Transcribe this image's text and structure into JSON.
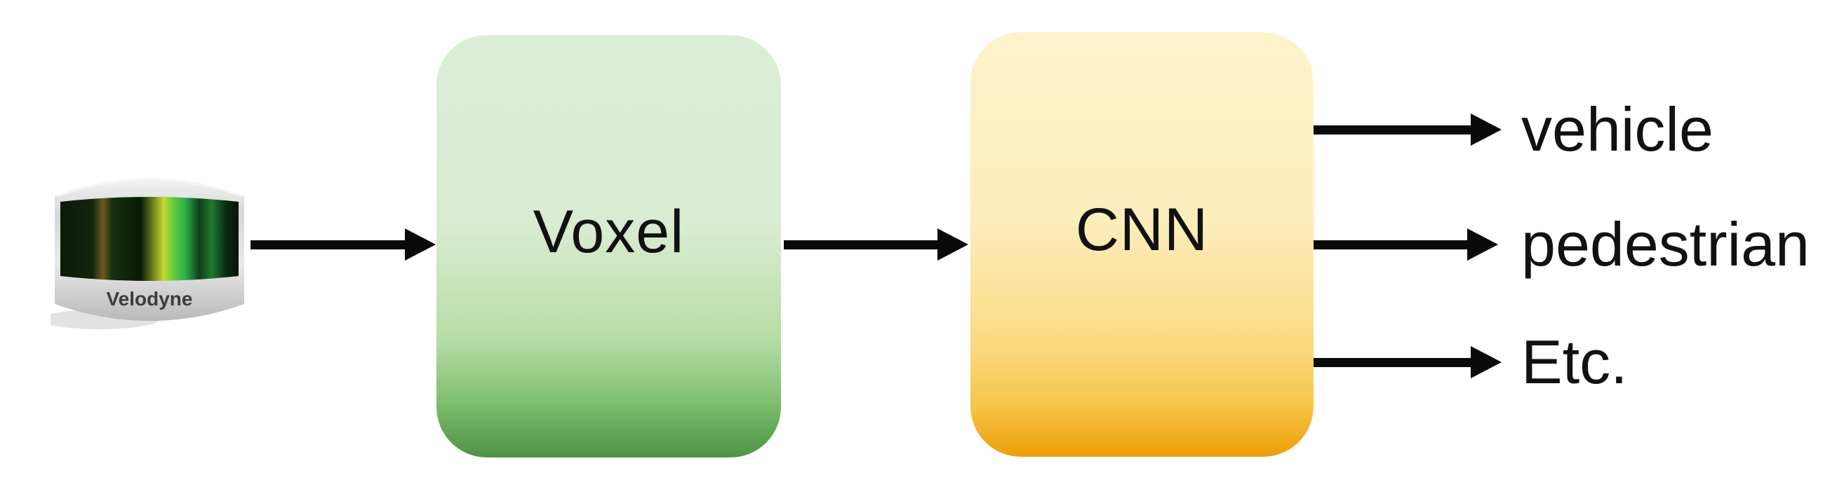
{
  "diagram_title": "lidar-voxel-cnn-pipeline",
  "sensor": {
    "brand": "Velodyne",
    "type_name": "lidar-sensor"
  },
  "nodes": [
    {
      "id": "voxel",
      "label": "Voxel"
    },
    {
      "id": "cnn",
      "label": "CNN"
    }
  ],
  "outputs": [
    {
      "label": "vehicle"
    },
    {
      "label": "pedestrian"
    },
    {
      "label": "Etc."
    }
  ],
  "colors": {
    "css_vars": {
      "voxel-top": "#dcedd6",
      "voxel-m1": "#d9ecd2",
      "voxel-m2": "#b7dca6",
      "voxel-m3": "#7fbf6e",
      "voxel-bottom": "#4e9345",
      "cnn-top": "#fdf2cb",
      "cnn-m1": "#fcedbb",
      "cnn-m2": "#fbd87e",
      "cnn-m3": "#f7c547",
      "cnn-bottom": "#eb9e06",
      "arrow": "#0a0a0a",
      "text": "#111111"
    }
  }
}
